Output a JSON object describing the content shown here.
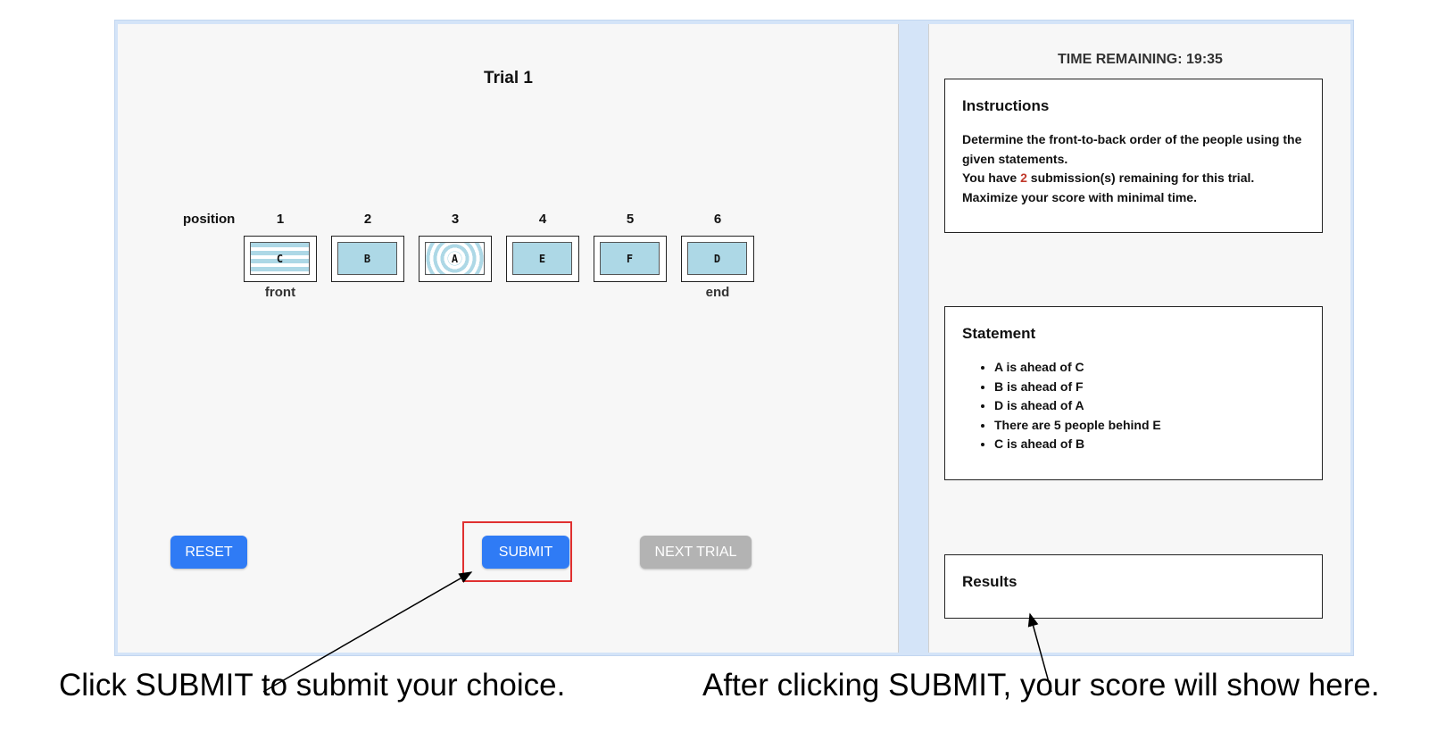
{
  "timer": {
    "label": "TIME REMAINING: 19:35"
  },
  "trial": {
    "title": "Trial 1",
    "position_label": "position",
    "slots": [
      {
        "number": "1",
        "letter": "C",
        "pattern": "stripes",
        "end_label": "front"
      },
      {
        "number": "2",
        "letter": "B",
        "pattern": "solid",
        "end_label": ""
      },
      {
        "number": "3",
        "letter": "A",
        "pattern": "rings",
        "end_label": ""
      },
      {
        "number": "4",
        "letter": "E",
        "pattern": "solid",
        "end_label": ""
      },
      {
        "number": "5",
        "letter": "F",
        "pattern": "solid",
        "end_label": ""
      },
      {
        "number": "6",
        "letter": "D",
        "pattern": "solid",
        "end_label": "end"
      }
    ]
  },
  "buttons": {
    "reset": "RESET",
    "submit": "SUBMIT",
    "next_trial": "NEXT TRIAL"
  },
  "instructions": {
    "title": "Instructions",
    "line1": "Determine the front-to-back order of the people using the given statements.",
    "line2_prefix": "You have ",
    "line2_count": "2",
    "line2_suffix": " submission(s) remaining for this trial.",
    "line3": "Maximize your score with minimal time."
  },
  "statement": {
    "title": "Statement",
    "items": [
      "A is ahead of C",
      "B is ahead of F",
      "D is ahead of A",
      "There are 5 people behind E",
      "C is ahead of B"
    ]
  },
  "results": {
    "title": "Results"
  },
  "captions": {
    "left": "Click SUBMIT to submit your choice.",
    "right": "After clicking SUBMIT, your score will show here."
  },
  "colors": {
    "accent_blue": "#2f7bf5",
    "card_blue": "#add8e6",
    "disabled_gray": "#b3b3b3",
    "highlight_red": "#e03030",
    "frame_blue": "#d4e4f8"
  }
}
